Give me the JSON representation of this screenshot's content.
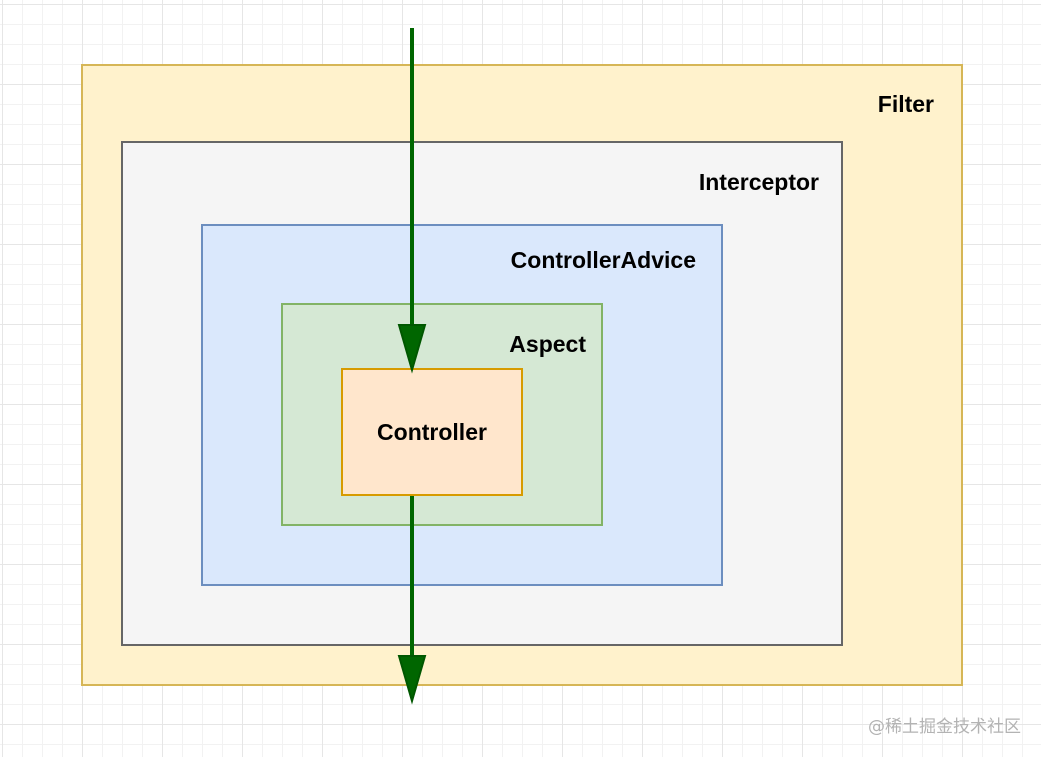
{
  "diagram": {
    "layers": [
      {
        "id": "filter",
        "label": "Filter",
        "fill": "#fff2cc",
        "stroke": "#d6b656"
      },
      {
        "id": "interceptor",
        "label": "Interceptor",
        "fill": "#f5f5f5",
        "stroke": "#666666"
      },
      {
        "id": "controller_advice",
        "label": "ControllerAdvice",
        "fill": "#dae8fc",
        "stroke": "#6c8ebf"
      },
      {
        "id": "aspect",
        "label": "Aspect",
        "fill": "#d5e8d4",
        "stroke": "#82b366"
      },
      {
        "id": "controller",
        "label": "Controller",
        "fill": "#ffe6cc",
        "stroke": "#d79b00"
      }
    ],
    "flow_arrow": {
      "color": "#006600",
      "stroke": "#005700"
    }
  },
  "watermark": "@稀土掘金技术社区"
}
